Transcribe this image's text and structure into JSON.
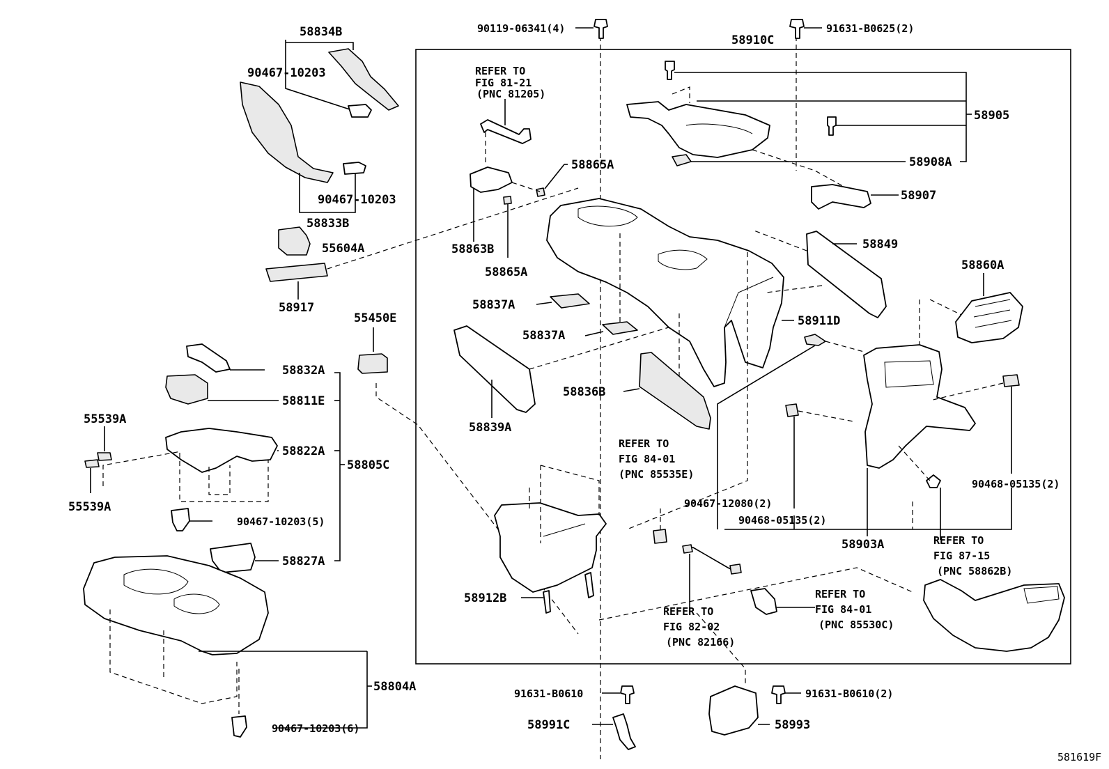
{
  "diagram": {
    "figure_code": "581619F",
    "part_labels": {
      "p58834B": "58834B",
      "p90467_10203_a": "90467-10203",
      "p90467_10203_b": "90467-10203",
      "p58833B": "58833B",
      "p55604A": "55604A",
      "p58917": "58917",
      "p55450E": "55450E",
      "p58832A": "58832A",
      "p58811E": "58811E",
      "p55539A_a": "55539A",
      "p58822A": "58822A",
      "p58805C": "58805C",
      "p55539A_b": "55539A",
      "p90467_10203_5": "90467-10203(5)",
      "p58827A": "58827A",
      "p58804A": "58804A",
      "p90467_10203_6": "90467-10203(6)",
      "p90119_06341": "90119-06341(4)",
      "p91631_B0625": "91631-B0625(2)",
      "p58910C": "58910C",
      "p58905": "58905",
      "p58908A": "58908A",
      "p58865A_a": "58865A",
      "p58907": "58907",
      "p58849": "58849",
      "p58863B": "58863B",
      "p58865A_b": "58865A",
      "p58860A": "58860A",
      "p58837A_a": "58837A",
      "p58837A_b": "58837A",
      "p58911D": "58911D",
      "p58836B": "58836B",
      "p58839A": "58839A",
      "p90467_12080": "90467-12080(2)",
      "p90468_05135_a": "90468-05135(2)",
      "p90468_05135_b": "90468-05135(2)",
      "p58903A": "58903A",
      "p58912B": "58912B",
      "p91631_B0610_a": "91631-B0610",
      "p91631_B0610_b": "91631-B0610(2)",
      "p58991C": "58991C",
      "p58993": "58993"
    },
    "references": {
      "ref_81_21": [
        "REFER TO",
        "FIG 81-21",
        "(PNC 81205)"
      ],
      "ref_84_01_a": [
        "REFER TO",
        "FIG 84-01",
        "(PNC 85535E)"
      ],
      "ref_87_15": [
        "REFER TO",
        "FIG 87-15",
        "(PNC 58862B)"
      ],
      "ref_82_02": [
        "REFER TO",
        "FIG 82-02",
        "(PNC 82166)"
      ],
      "ref_84_01_b": [
        "REFER TO",
        "FIG 84-01",
        "(PNC 85530C)"
      ]
    }
  }
}
